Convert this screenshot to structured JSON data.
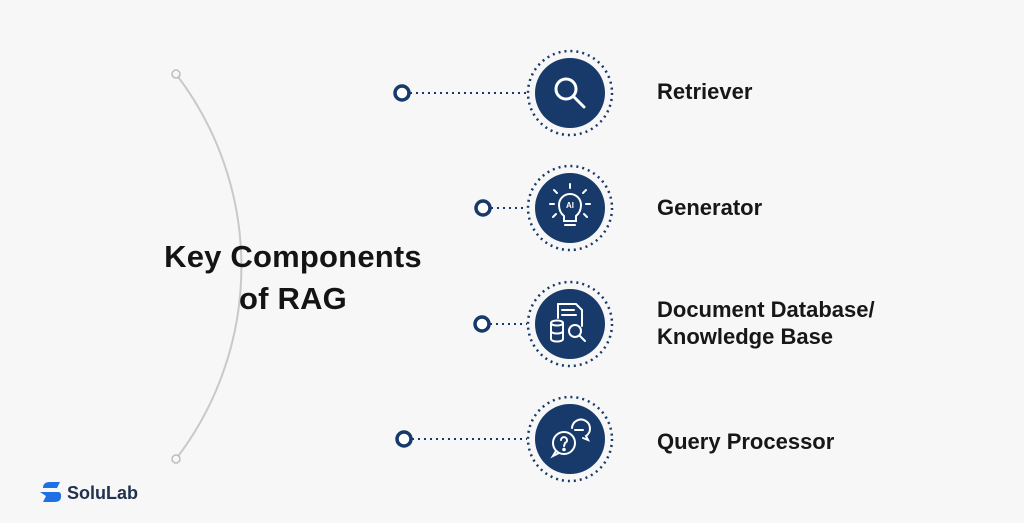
{
  "title": {
    "line1": "Key Components",
    "line2": "of RAG"
  },
  "components": [
    {
      "label": "Retriever",
      "icon": "magnifier-icon"
    },
    {
      "label": "Generator",
      "icon": "ai-lightbulb-icon"
    },
    {
      "label_line1": "Document Database/",
      "label_line2": "Knowledge Base",
      "icon": "document-database-search-icon"
    },
    {
      "label": "Query Processor",
      "icon": "question-chat-bubbles-icon"
    }
  ],
  "logo": {
    "text": "SoluLab"
  },
  "colors": {
    "navy": "#173a6b",
    "arc": "#c9c9c9",
    "text": "#141414",
    "logo_blue": "#1f6fe5",
    "logo_text": "#20324f",
    "background": "#f7f7f8"
  }
}
